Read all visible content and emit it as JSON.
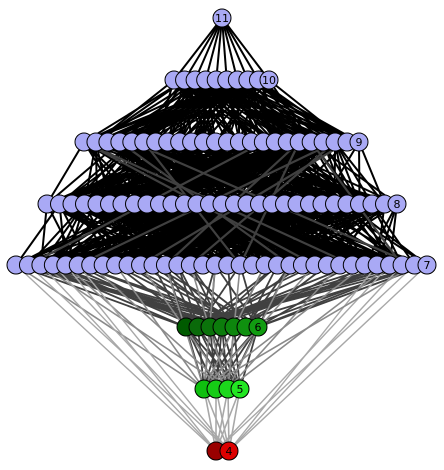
{
  "graph": {
    "layers": [
      {
        "label": "11",
        "count": 1,
        "fill": "#a9a9f5",
        "stroke": "#000000"
      },
      {
        "label": "10",
        "count": 10,
        "fill": "#a9a9f5",
        "stroke": "#000000"
      },
      {
        "label": "9",
        "count": 24,
        "fill": "#a9a9f5",
        "stroke": "#000000"
      },
      {
        "label": "8",
        "count": 29,
        "fill": "#a9a9f5",
        "stroke": "#000000"
      },
      {
        "label": "7",
        "count": 34,
        "fill": "#a9a9f5",
        "stroke": "#000000"
      },
      {
        "label": "6",
        "count": 7,
        "fill": "#0b8a0b",
        "stroke": "#000000",
        "fills": [
          "#005a00",
          "#0a6a0a",
          "#0b730b",
          "#0c7c0c",
          "#0d860d",
          "#0f900f",
          "#119c11"
        ]
      },
      {
        "label": "5",
        "count": 4,
        "fill": "#22dd22",
        "stroke": "#000000",
        "fills": [
          "#0fbf0f",
          "#16cc16",
          "#1cd81c",
          "#22e622"
        ]
      },
      {
        "label": "4",
        "count": 2,
        "fill": "#cc0000",
        "stroke": "#000000",
        "fills": [
          "#990000",
          "#dd0000"
        ]
      }
    ],
    "edge_colors": {
      "upper": "#000000",
      "middle": "#404040",
      "lower": "#8a8a8a",
      "lowest": "#a8a8a8"
    }
  }
}
